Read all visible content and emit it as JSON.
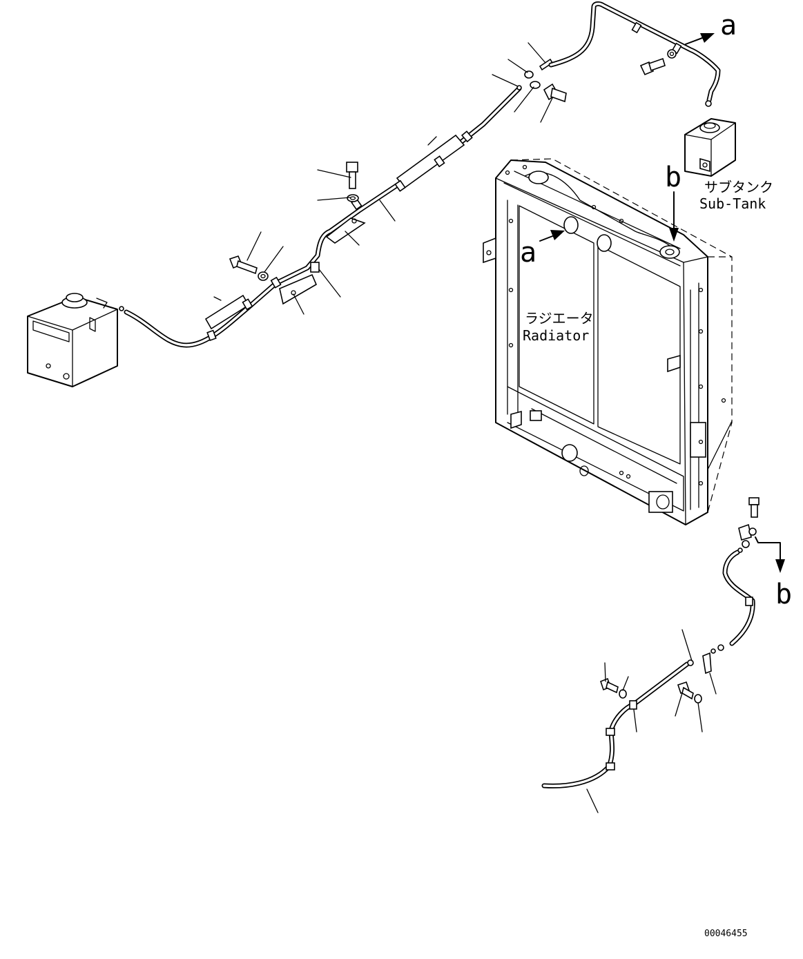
{
  "callouts": {
    "a": "a",
    "b": "b"
  },
  "labels": {
    "subtank_jp": "サブタンク",
    "subtank_en": "Sub-Tank",
    "radiator_jp": "ラジエータ",
    "radiator_en": "Radiator"
  },
  "drawing_number": "00046455"
}
